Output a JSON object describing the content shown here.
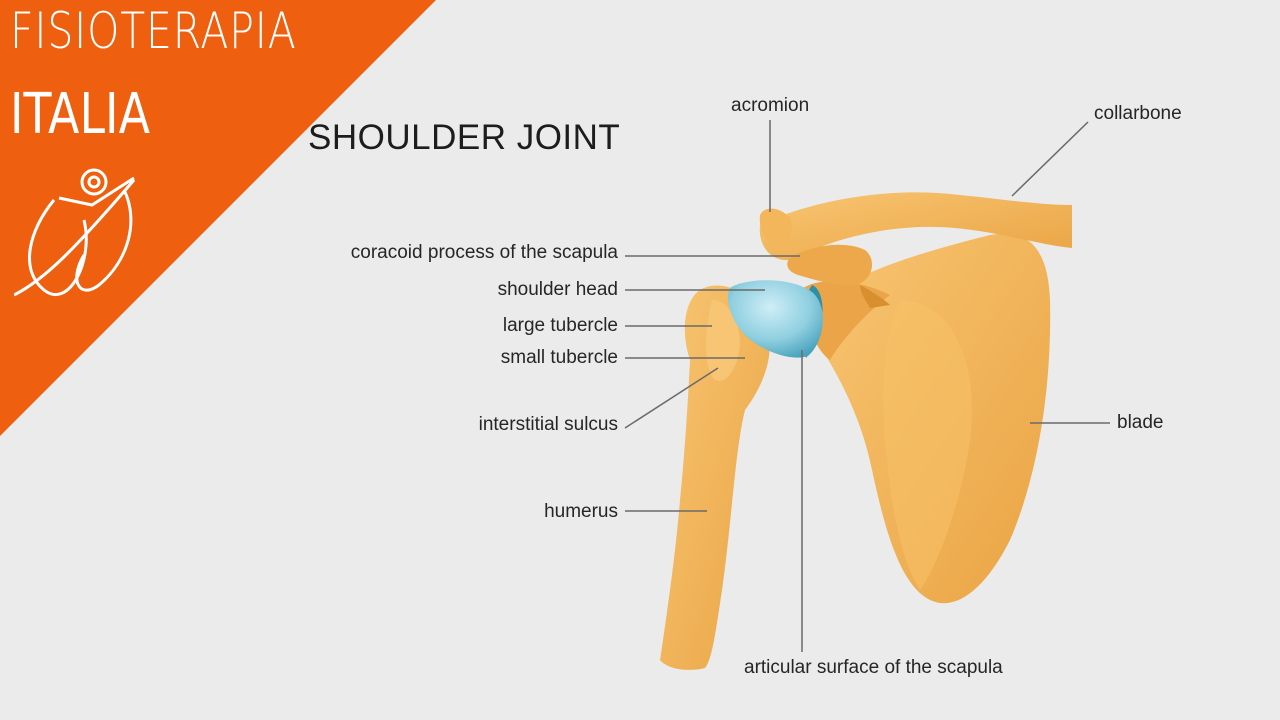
{
  "brand": {
    "line1": "FISIOTERAPIA",
    "line2": "ITALIA",
    "color": "#ee5f0f",
    "logo_icon": "stylized-figure-logo-icon"
  },
  "diagram": {
    "title": "SHOULDER JOINT",
    "labels": {
      "acromion": "acromion",
      "collarbone": "collarbone",
      "coracoid": "coracoid process of the scapula",
      "shoulder_head": "shoulder head",
      "large_tubercle": "large tubercle",
      "small_tubercle": "small tubercle",
      "interstitial_sulcus": "interstitial sulcus",
      "humerus": "humerus",
      "blade": "blade",
      "articular_surface": "articular surface of the scapula"
    },
    "colors": {
      "bone": "#f3b65a",
      "bone_shadow": "#e19a3a",
      "cartilage": "#8fcfe0",
      "leader_line": "#6a6a6a"
    }
  }
}
